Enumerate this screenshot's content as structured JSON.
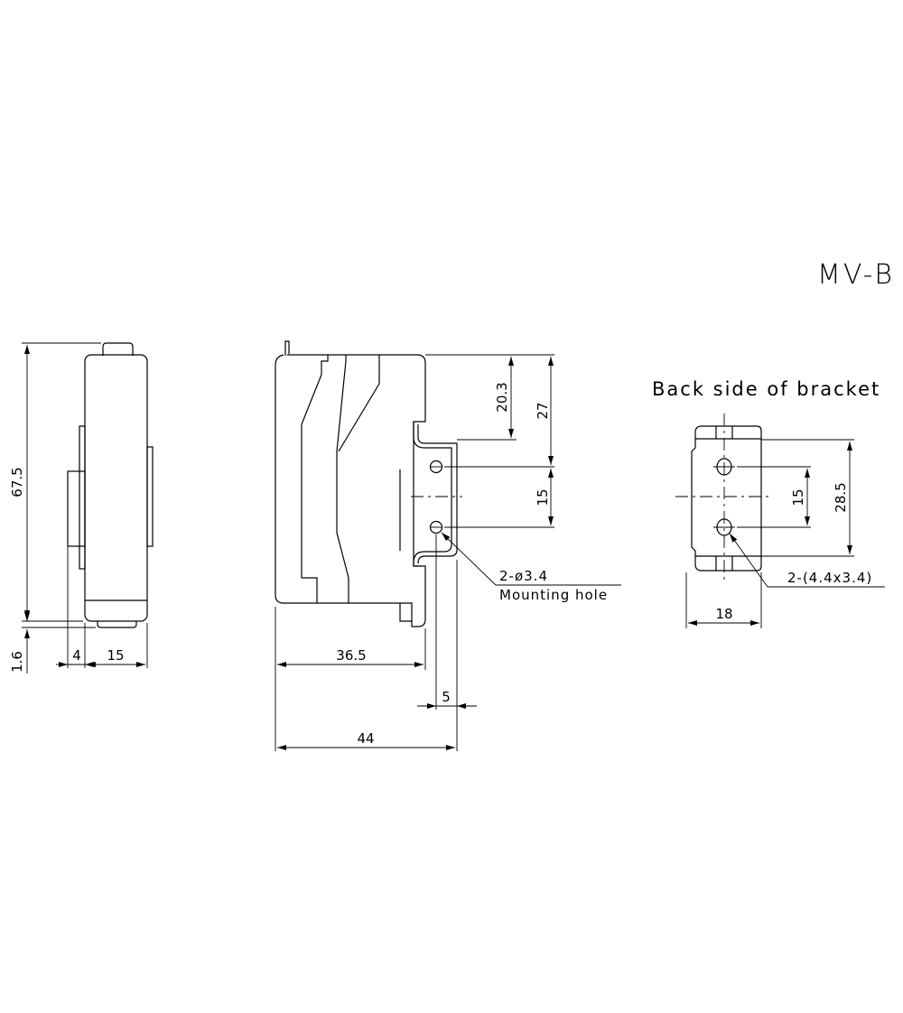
{
  "drawing": {
    "title": "MV-B",
    "side_view": {
      "dim_height": "67.5",
      "dim_offset": "1.6",
      "dim_thickness": "4",
      "dim_width": "15"
    },
    "front_view": {
      "dim_top_to_slot": "20.3",
      "dim_top_to_hole": "27",
      "dim_hole_pitch": "15",
      "dim_body_depth": "36.5",
      "dim_bracket": "5",
      "dim_overall": "44",
      "hole_callout": "2-ø3.4",
      "hole_note": "Mounting hole"
    },
    "bracket_back": {
      "heading": "Back side of bracket",
      "dim_hole_pitch": "15",
      "dim_height": "28.5",
      "dim_width": "18",
      "slot_callout": "2-(4.4x3.4)"
    }
  }
}
